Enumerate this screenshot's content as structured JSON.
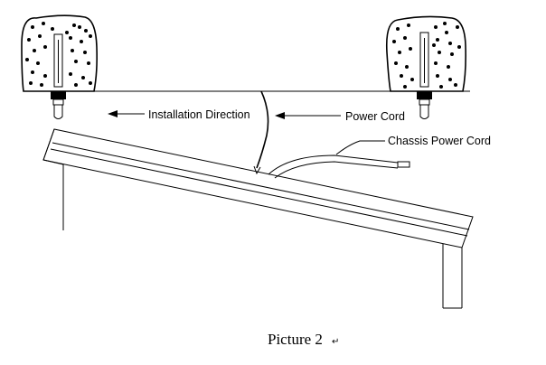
{
  "labels": {
    "installation_direction": "Installation Direction",
    "power_cord": "Power Cord",
    "chassis_power_cord": "Chassis Power Cord"
  },
  "caption": "Picture 2",
  "caption_mark": "↵",
  "colors": {
    "line": "#000000",
    "background": "#ffffff"
  }
}
